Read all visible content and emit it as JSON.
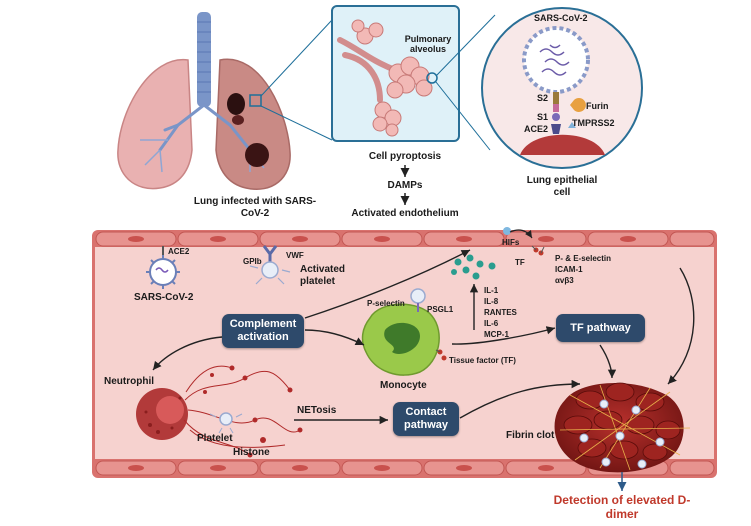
{
  "top": {
    "lung_label": "Lung infected with SARS-CoV-2",
    "alveolus_label": "Pulmonary alveolus",
    "virus_label": "SARS-CoV-2",
    "s2": "S2",
    "s1": "S1",
    "ace2": "ACE2",
    "furin": "Furin",
    "tmprss2": "TMPRSS2",
    "epithelial_label": "Lung epithelial cell",
    "pyroptosis": "Cell pyroptosis",
    "damps": "DAMPs",
    "endothelium": "Activated endothelium"
  },
  "vessel": {
    "ace2": "ACE2",
    "virus": "SARS-CoV-2",
    "gpib": "GPIb",
    "vwf": "VWF",
    "activated_platelet": "Activated platelet",
    "hifs": "HIFs",
    "tf": "TF",
    "selectins": [
      "P- & E-selectin",
      "ICAM-1",
      "αvβ3"
    ],
    "cytokines": [
      "IL-1",
      "IL-8",
      "RANTES",
      "IL-6",
      "MCP-1"
    ],
    "p_selectin": "P-selectin",
    "psgl1": "PSGL1",
    "tissue_factor": "Tissue factor (TF)",
    "monocyte": "Monocyte",
    "neutrophil": "Neutrophil",
    "platelet": "Platelet",
    "histone": "Histone",
    "netosis": "NETosis",
    "fibrin_clot": "Fibrin clot"
  },
  "boxes": {
    "complement": "Complement activation",
    "tf_pathway": "TF pathway",
    "contact": "Contact pathway"
  },
  "result": "Detection of elevated D-dimer",
  "colors": {
    "box": "#2e4a6b",
    "vessel_wall": "#d9726e",
    "lumen": "#f6d2cf",
    "result_text": "#c0392b",
    "cytokine_dots": "#2a9d8f"
  }
}
